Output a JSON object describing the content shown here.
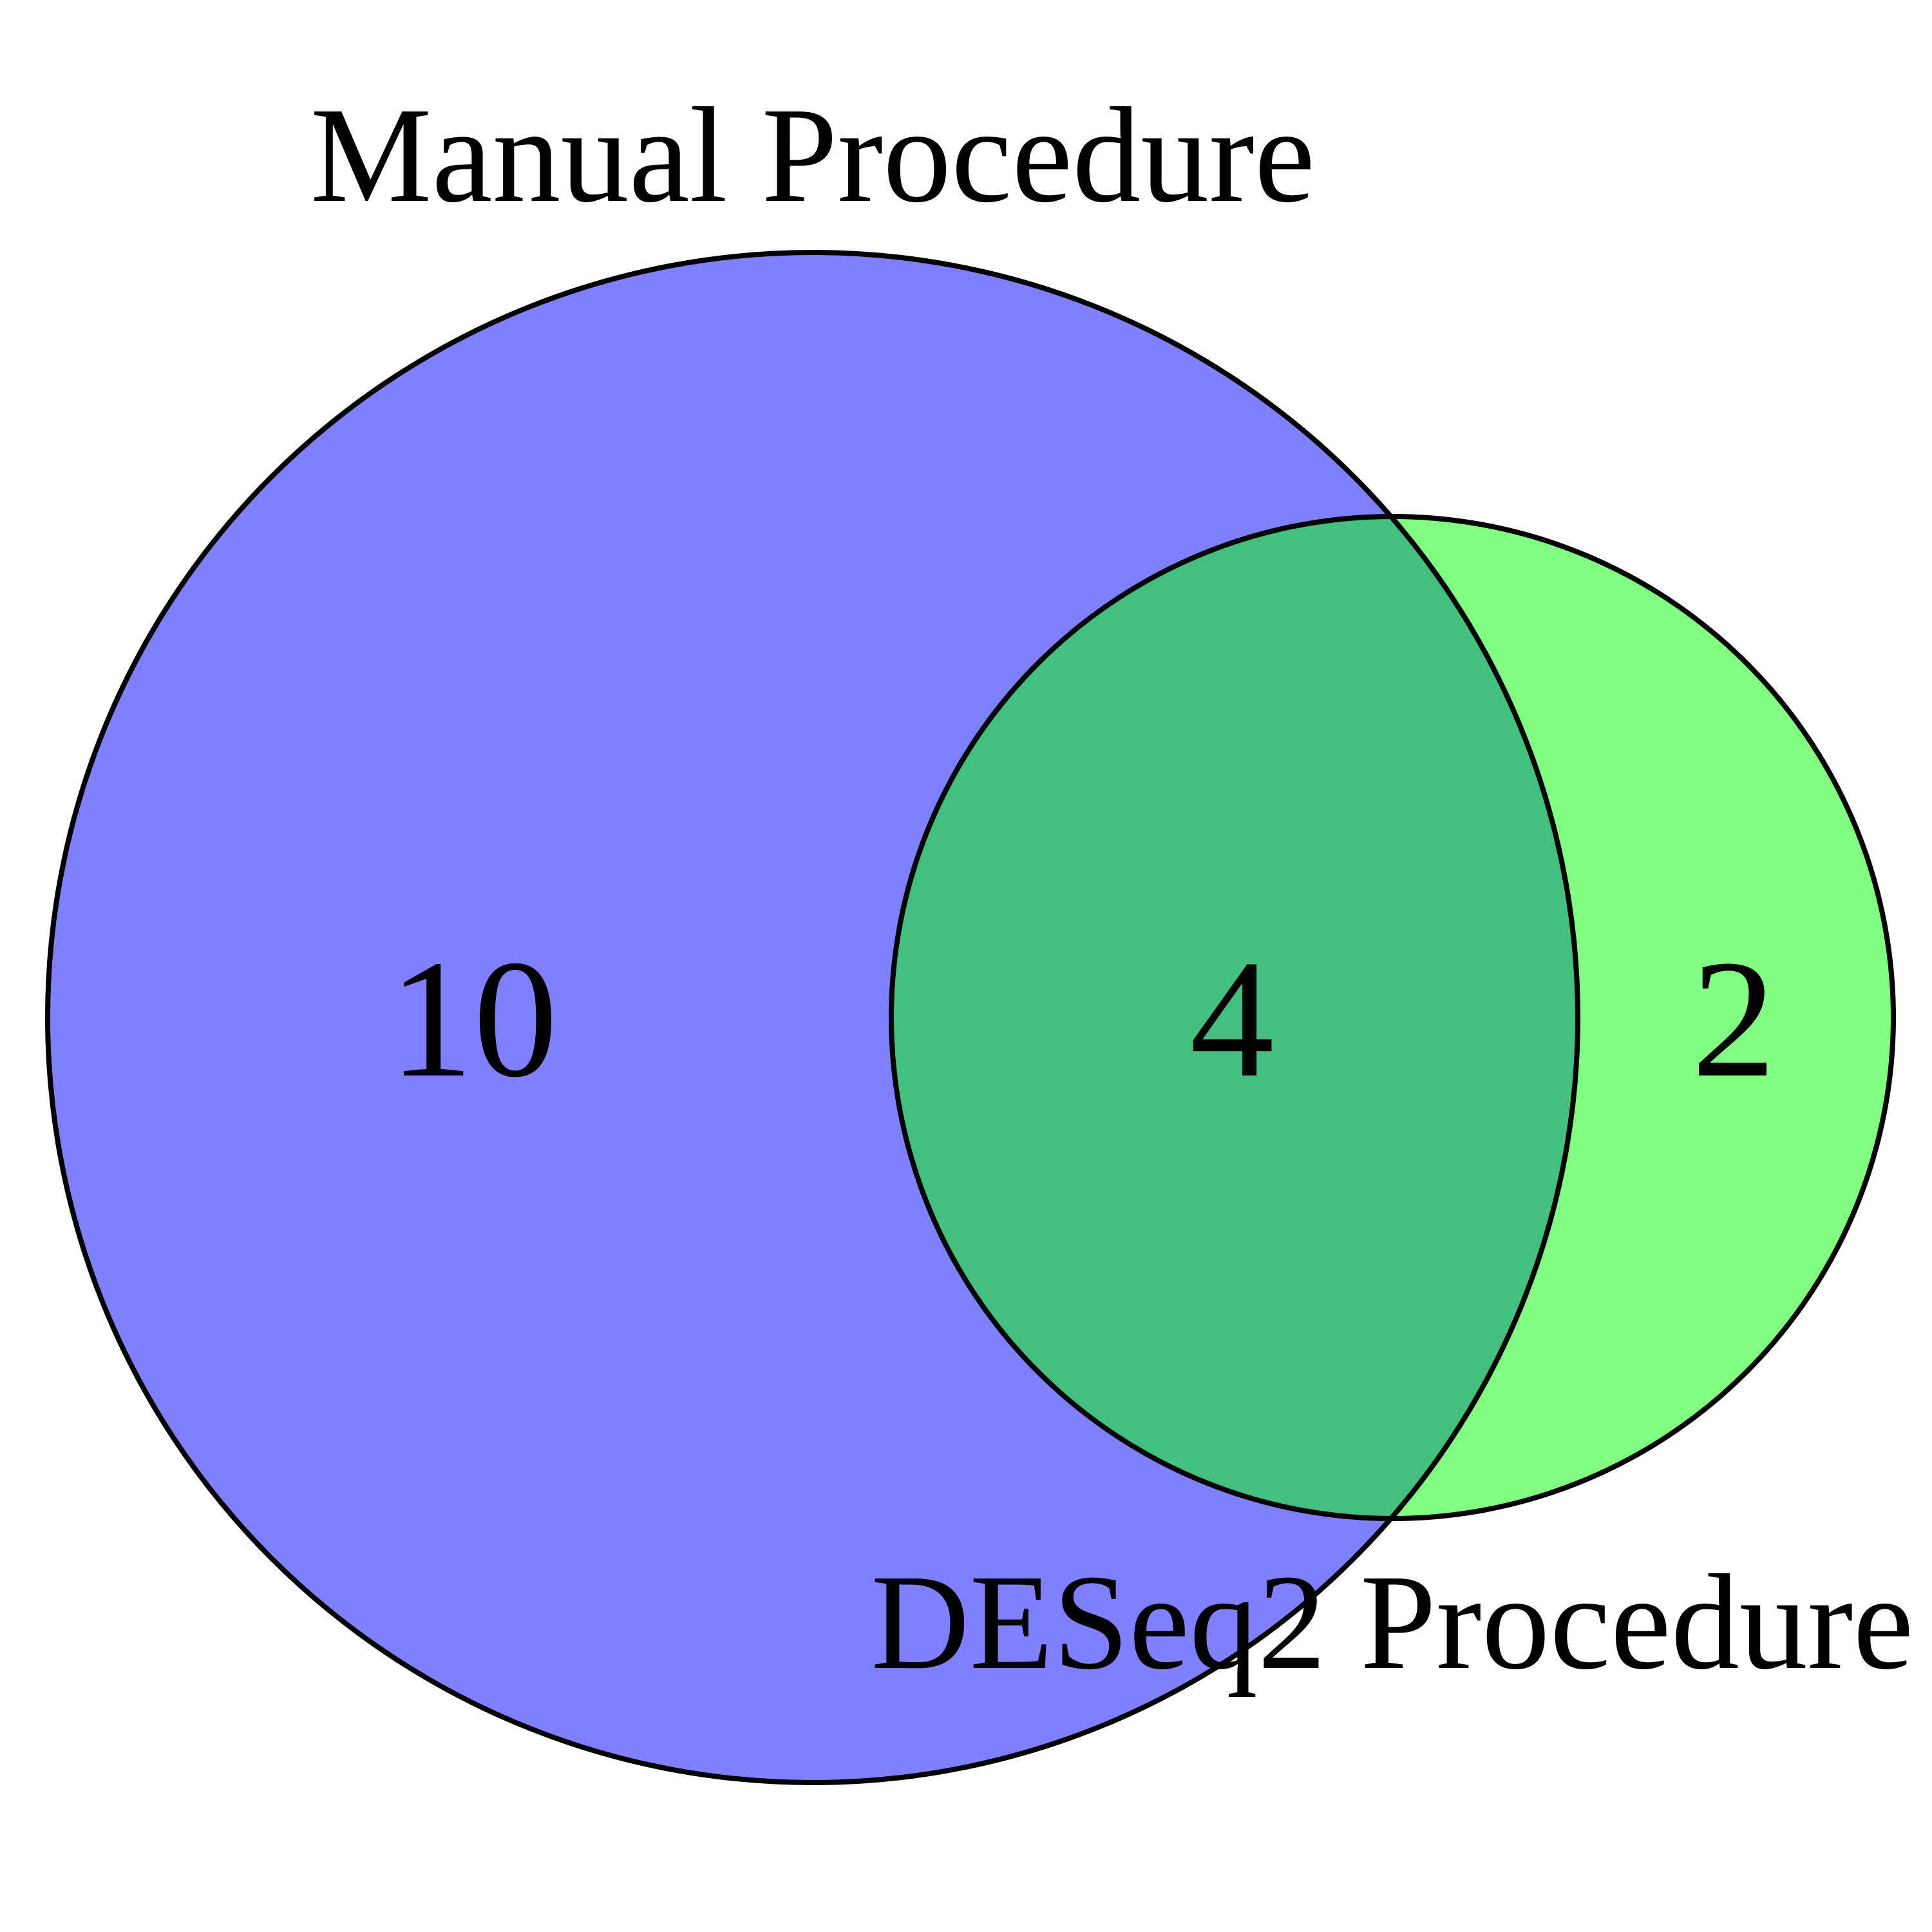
{
  "diagram": {
    "type": "venn",
    "sets": [
      {
        "id": "manual",
        "label": "Manual Procedure",
        "color": "#8080FF"
      },
      {
        "id": "deseq2",
        "label": "DESeq2 Procedure",
        "color": "#80FF80"
      }
    ],
    "overlap_color": "#43C080",
    "outline_color": "#000000",
    "regions": [
      {
        "id": "manual_only",
        "sets": [
          "manual"
        ],
        "count": "10"
      },
      {
        "id": "both",
        "sets": [
          "manual",
          "deseq2"
        ],
        "count": "4"
      },
      {
        "id": "deseq2_only",
        "sets": [
          "deseq2"
        ],
        "count": "2"
      }
    ]
  }
}
